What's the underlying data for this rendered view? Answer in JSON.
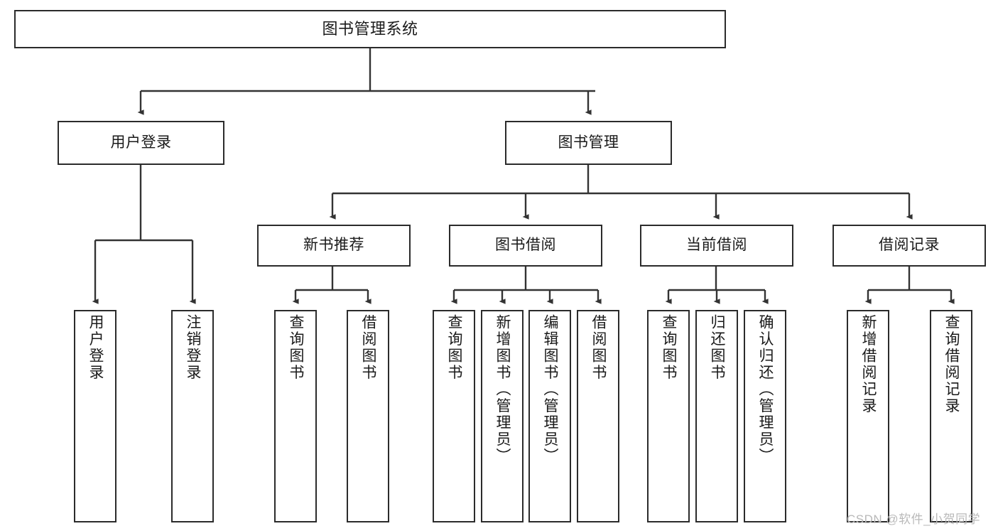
{
  "diagram": {
    "title": "图书管理系统",
    "watermark": "CSDN @软件_小贺同学",
    "type": "tree-hierarchy-diagram",
    "orientation": "top-down",
    "colors": {
      "box_border": "#2b2b2b",
      "box_fill": "#ffffff",
      "connector": "#333333",
      "text": "#1a1a1a",
      "watermark": "#b9b9b9",
      "background": "#ffffff"
    },
    "nodes": {
      "root": {
        "label": "图书管理系统",
        "level": 1,
        "text_orientation": "horizontal"
      },
      "l2": [
        {
          "label": "用户登录",
          "level": 2,
          "text_orientation": "horizontal"
        },
        {
          "label": "图书管理",
          "level": 2,
          "text_orientation": "horizontal"
        }
      ],
      "l3": [
        {
          "label": "新书推荐",
          "level": 3,
          "text_orientation": "horizontal"
        },
        {
          "label": "图书借阅",
          "level": 3,
          "text_orientation": "horizontal"
        },
        {
          "label": "当前借阅",
          "level": 3,
          "text_orientation": "horizontal"
        },
        {
          "label": "借阅记录",
          "level": 3,
          "text_orientation": "horizontal"
        }
      ],
      "leaves": [
        {
          "label": "用户登录",
          "parent": "用户登录",
          "text_orientation": "vertical"
        },
        {
          "label": "注销登录",
          "parent": "用户登录",
          "text_orientation": "vertical"
        },
        {
          "label": "查询图书",
          "parent": "新书推荐",
          "text_orientation": "vertical"
        },
        {
          "label": "借阅图书",
          "parent": "新书推荐",
          "text_orientation": "vertical"
        },
        {
          "label": "查询图书",
          "parent": "图书借阅",
          "text_orientation": "vertical"
        },
        {
          "label": "新增图书（管理员）",
          "parent": "图书借阅",
          "text_orientation": "vertical"
        },
        {
          "label": "编辑图书（管理员）",
          "parent": "图书借阅",
          "text_orientation": "vertical"
        },
        {
          "label": "借阅图书",
          "parent": "图书借阅",
          "text_orientation": "vertical"
        },
        {
          "label": "查询图书",
          "parent": "当前借阅",
          "text_orientation": "vertical"
        },
        {
          "label": "归还图书",
          "parent": "当前借阅",
          "text_orientation": "vertical"
        },
        {
          "label": "确认归还（管理员）",
          "parent": "当前借阅",
          "text_orientation": "vertical"
        },
        {
          "label": "新增借阅记录",
          "parent": "借阅记录",
          "text_orientation": "vertical"
        },
        {
          "label": "查询借阅记录",
          "parent": "借阅记录",
          "text_orientation": "vertical"
        }
      ]
    }
  }
}
